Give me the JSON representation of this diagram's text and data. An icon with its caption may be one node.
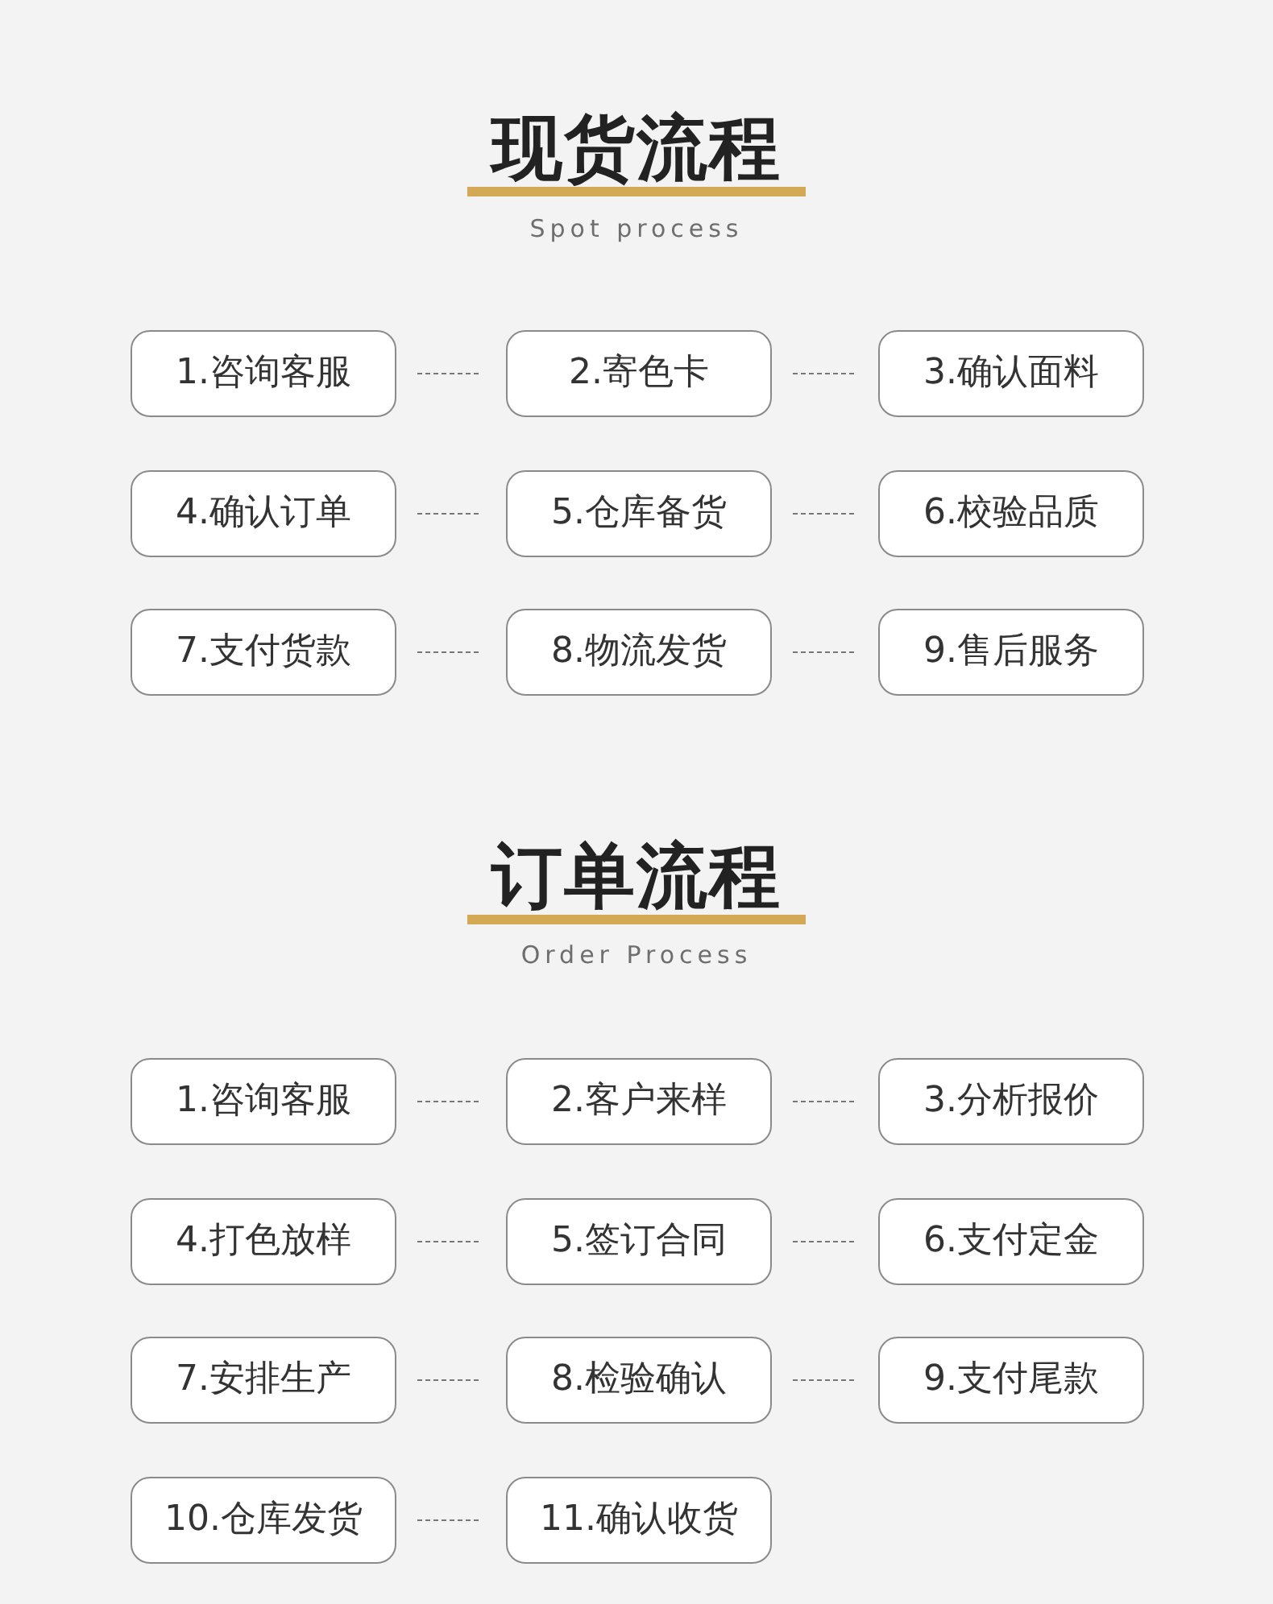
{
  "diagram": {
    "nodes": [
      {
        "text": [
          "1.咨询客服"
        ]
      },
      {
        "text": [
          "2.寄色卡"
        ]
      },
      {
        "text": [
          "3.确认面料"
        ]
      },
      {
        "text": [
          "4.确认订单"
        ]
      },
      {
        "text": [
          "5.仓库备货"
        ]
      },
      {
        "text": [
          "6.校验品质"
        ]
      },
      {
        "text": [
          "7.支付货款"
        ]
      },
      {
        "text": [
          "8.物流发货"
        ]
      },
      {
        "text": [
          "9.售后服务"
        ]
      },
      {
        "text": [
          "1.咨询客服"
        ]
      },
      {
        "text": [
          "2.客户来样"
        ]
      },
      {
        "text": [
          "3.分析报价"
        ]
      },
      {
        "text": [
          "4.打色放样"
        ]
      },
      {
        "text": [
          "5.签订合同"
        ]
      },
      {
        "text": [
          "6.支付定金"
        ]
      },
      {
        "text": [
          "7.安排生产"
        ]
      },
      {
        "text": [
          "8.检验确认"
        ]
      },
      {
        "text": [
          "9.支付尾款"
        ]
      },
      {
        "text": [
          "10.仓库发货"
        ]
      },
      {
        "text": [
          "11.确认收货"
        ]
      }
    ],
    "edges": [
      {
        "from": 0,
        "to": 1,
        "arrow": "none",
        "style": "dashed"
      },
      {
        "from": 1,
        "to": 2,
        "arrow": "none",
        "style": "dashed"
      },
      {
        "from": 3,
        "to": 4,
        "arrow": "none",
        "style": "dashed"
      },
      {
        "from": 4,
        "to": 5,
        "arrow": "none",
        "style": "dashed"
      },
      {
        "from": 6,
        "to": 7,
        "arrow": "none",
        "style": "dashed"
      },
      {
        "from": 7,
        "to": 8,
        "arrow": "none",
        "style": "dashed"
      },
      {
        "from": 9,
        "to": 10,
        "arrow": "none",
        "style": "dashed"
      },
      {
        "from": 10,
        "to": 11,
        "arrow": "none",
        "style": "dashed"
      },
      {
        "from": 12,
        "to": 13,
        "arrow": "none",
        "style": "dashed"
      },
      {
        "from": 13,
        "to": 14,
        "arrow": "none",
        "style": "dashed"
      },
      {
        "from": 15,
        "to": 16,
        "arrow": "none",
        "style": "dashed"
      },
      {
        "from": 16,
        "to": 17,
        "arrow": "none",
        "style": "dashed"
      },
      {
        "from": 18,
        "to": 19,
        "arrow": "none",
        "style": "dashed"
      }
    ],
    "labels": [
      "现货流程",
      "Spot process",
      "订单流程",
      "Order Process"
    ]
  }
}
